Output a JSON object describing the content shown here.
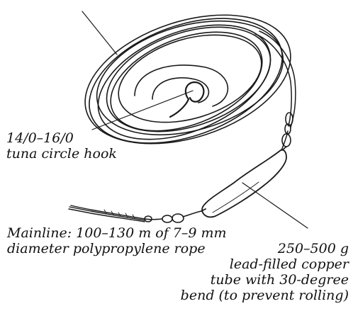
{
  "labels": {
    "hook": {
      "line1": "14/0–16/0",
      "line2": "tuna circle hook"
    },
    "mainline": {
      "line1": "Mainline: 100–130 m of 7–9 mm",
      "line2": "diameter polypropylene rope"
    },
    "weight": {
      "line1": "250–500 g",
      "line2": "lead-filled copper",
      "line3": "tube with 30-degree",
      "line4": "bend (to prevent rolling)"
    }
  }
}
